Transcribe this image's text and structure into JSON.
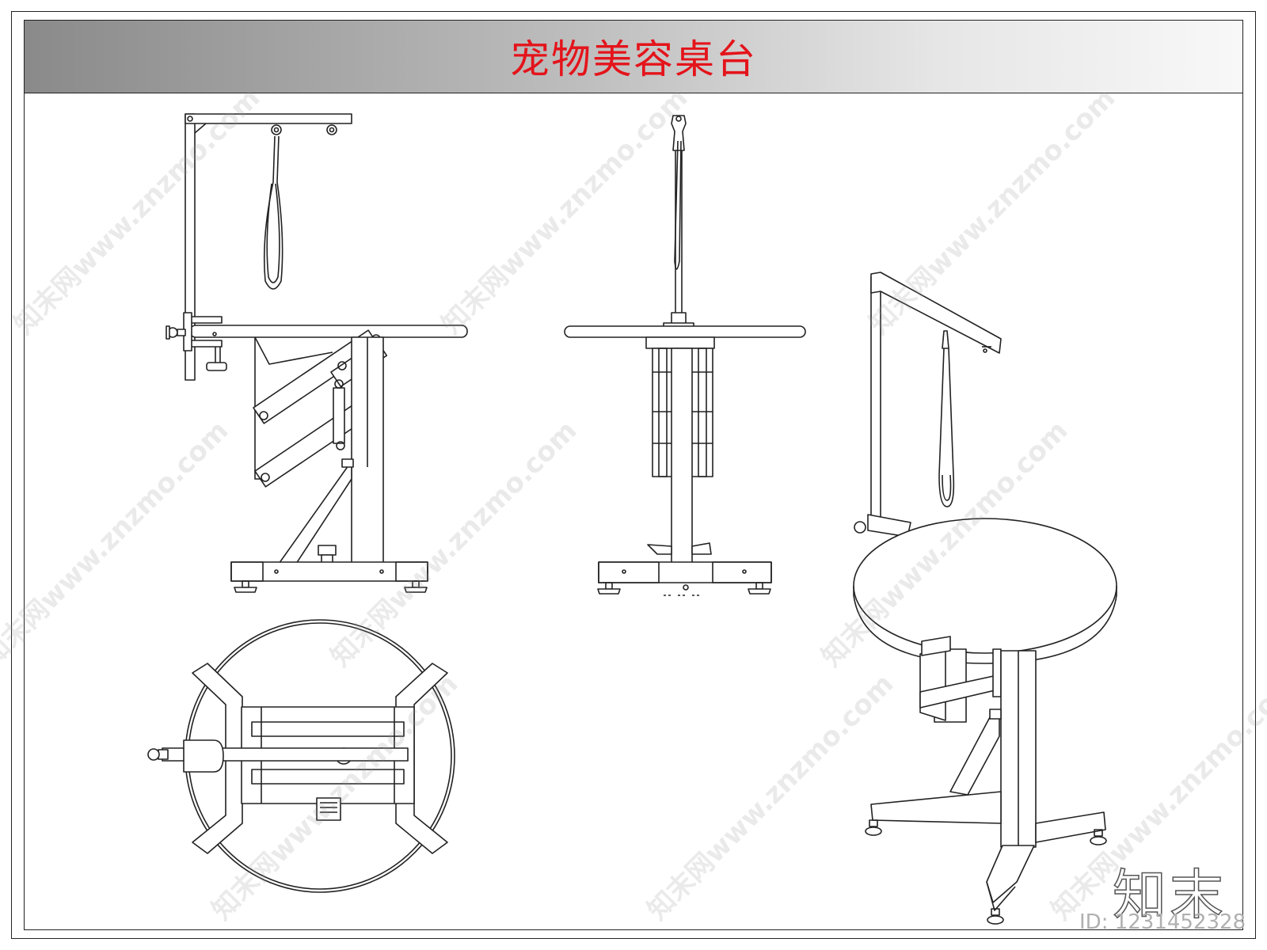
{
  "header": {
    "title": "宠物美容桌台",
    "title_color": "#e4141b"
  },
  "watermark": {
    "text": "知末网www.znzmo.com"
  },
  "brand": {
    "logo_text": "知末",
    "id_text": "ID: 1231452328"
  },
  "colors": {
    "line": "#222222",
    "background": "#ffffff"
  },
  "views": [
    {
      "name": "side-view"
    },
    {
      "name": "front-view"
    },
    {
      "name": "top-view"
    },
    {
      "name": "perspective-view"
    }
  ]
}
